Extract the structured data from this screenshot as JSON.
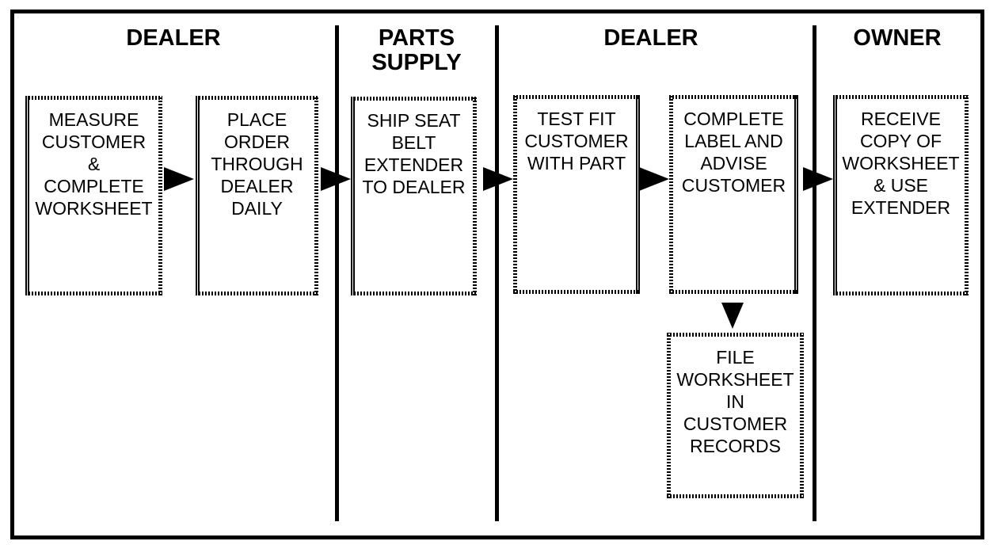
{
  "diagram_type": "process-flowchart",
  "colors": {
    "background": "#ffffff",
    "line": "#000000",
    "text": "#000000"
  },
  "headers": [
    {
      "id": "dealer-1",
      "lines": [
        "DEALER"
      ]
    },
    {
      "id": "parts-supply",
      "lines": [
        "PARTS",
        "SUPPLY"
      ]
    },
    {
      "id": "dealer-2",
      "lines": [
        "DEALER"
      ]
    },
    {
      "id": "owner",
      "lines": [
        "OWNER"
      ]
    }
  ],
  "boxes": [
    {
      "id": "measure-customer",
      "column": "dealer-1",
      "lines": [
        "MEASURE",
        "CUSTOMER",
        "&",
        "COMPLETE",
        "WORKSHEET"
      ]
    },
    {
      "id": "place-order",
      "column": "dealer-1",
      "lines": [
        "PLACE",
        "ORDER",
        "THROUGH",
        "DEALER",
        "DAILY"
      ]
    },
    {
      "id": "ship-extender",
      "column": "parts-supply",
      "lines": [
        "SHIP SEAT",
        "BELT",
        "EXTENDER",
        "TO DEALER"
      ]
    },
    {
      "id": "test-fit",
      "column": "dealer-2",
      "lines": [
        "TEST FIT",
        "CUSTOMER",
        "WITH PART"
      ]
    },
    {
      "id": "complete-label",
      "column": "dealer-2",
      "lines": [
        "COMPLETE",
        "LABEL AND",
        "ADVISE",
        "CUSTOMER"
      ]
    },
    {
      "id": "receive-copy",
      "column": "owner",
      "lines": [
        "RECEIVE",
        "COPY OF",
        "WORKSHEET",
        "& USE",
        "EXTENDER"
      ]
    },
    {
      "id": "file-worksheet",
      "column": "dealer-2",
      "lines": [
        "FILE",
        "WORKSHEET",
        "IN",
        "CUSTOMER",
        "RECORDS"
      ]
    }
  ],
  "arrows": [
    {
      "from": "measure-customer",
      "to": "place-order",
      "direction": "right"
    },
    {
      "from": "place-order",
      "to": "ship-extender",
      "direction": "right"
    },
    {
      "from": "ship-extender",
      "to": "test-fit",
      "direction": "right"
    },
    {
      "from": "test-fit",
      "to": "complete-label",
      "direction": "right"
    },
    {
      "from": "complete-label",
      "to": "receive-copy",
      "direction": "right"
    },
    {
      "from": "complete-label",
      "to": "file-worksheet",
      "direction": "down"
    }
  ]
}
